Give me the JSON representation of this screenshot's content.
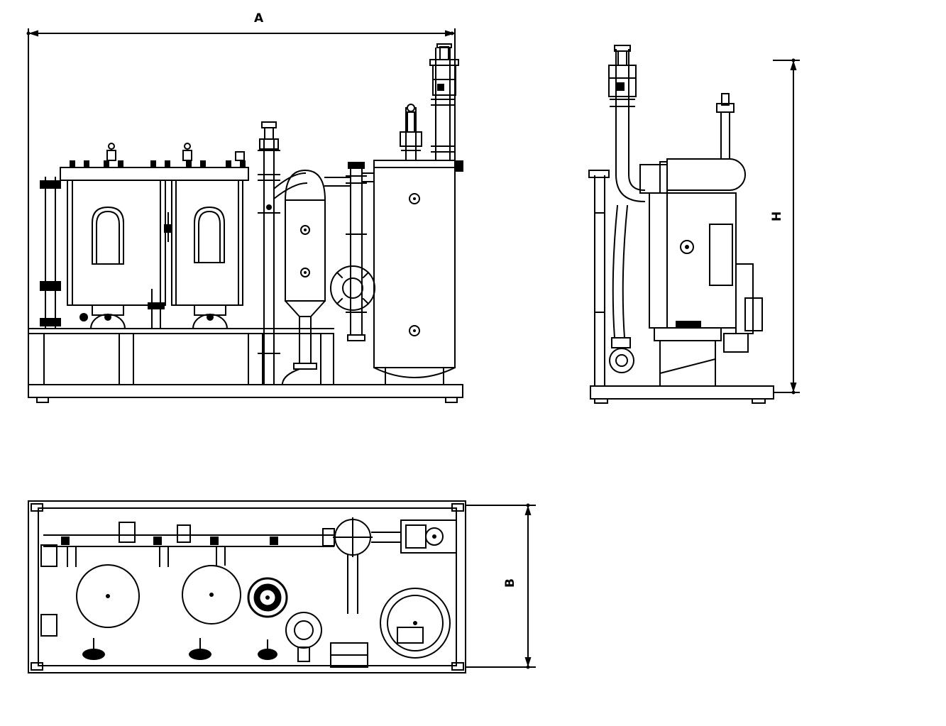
{
  "drawing": {
    "labels": {
      "width": "A",
      "height": "H",
      "depth": "B"
    },
    "colors": {
      "line": "#000000",
      "background": "#ffffff"
    }
  }
}
